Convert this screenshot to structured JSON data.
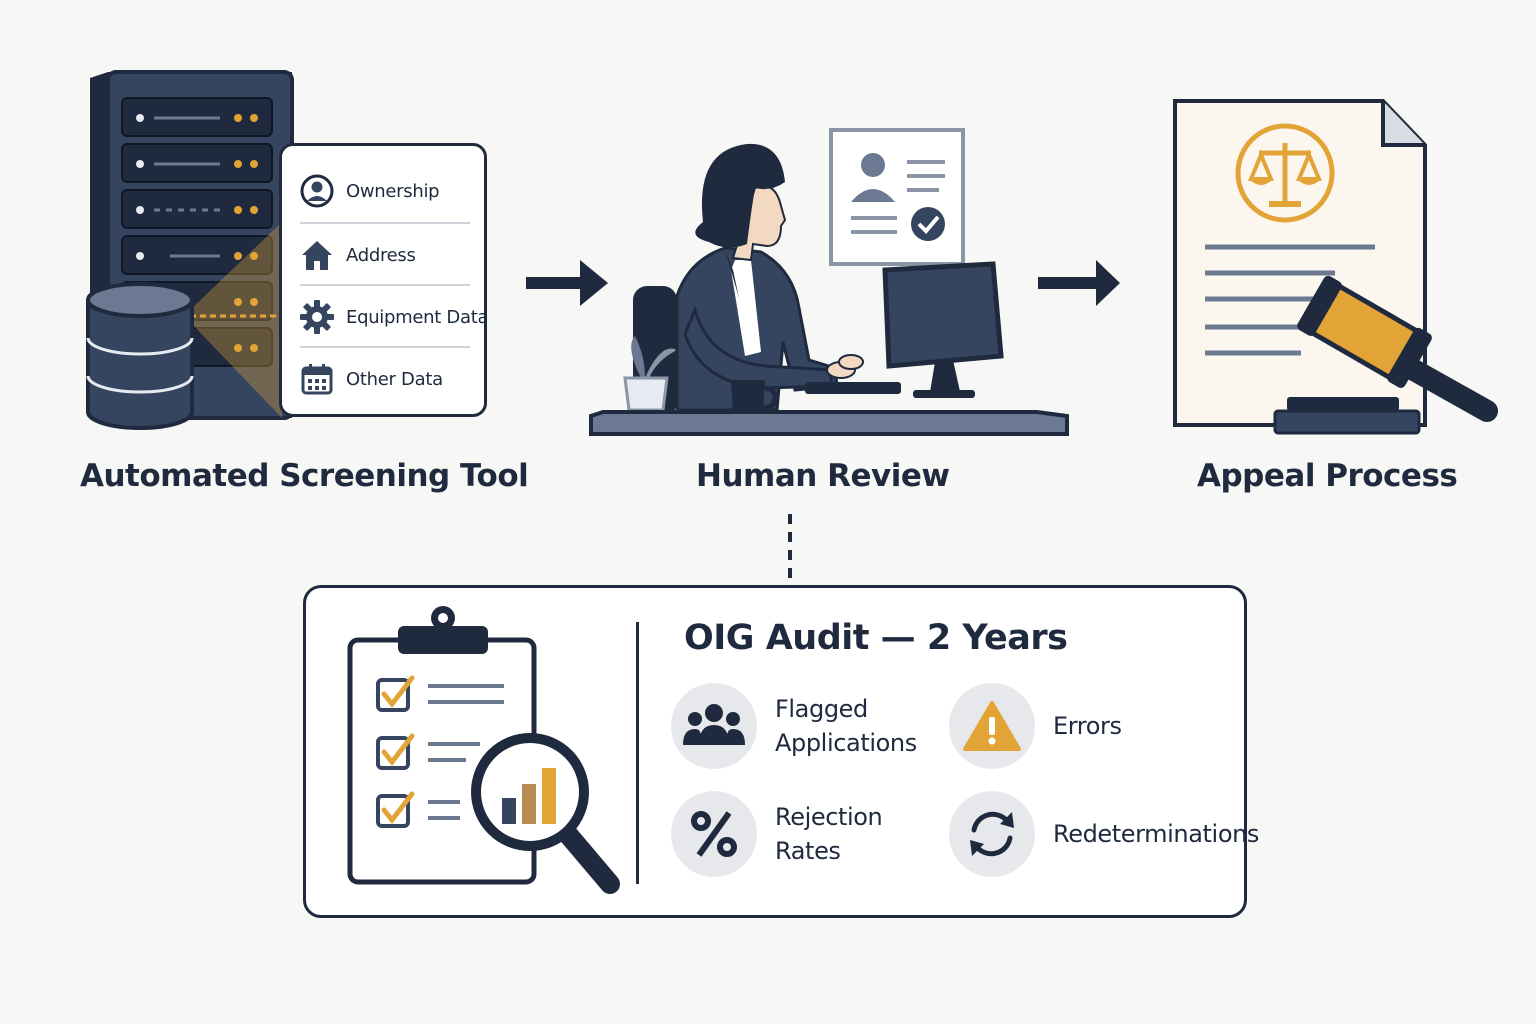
{
  "stages": {
    "screening": {
      "label": "Automated Screening Tool"
    },
    "review": {
      "label": "Human Review"
    },
    "appeal": {
      "label": "Appeal Process"
    }
  },
  "data_panel": {
    "items": [
      {
        "label": "Ownership",
        "icon": "user-circle-icon"
      },
      {
        "label": "Address",
        "icon": "house-icon"
      },
      {
        "label": "Equipment Data",
        "icon": "gear-icon"
      },
      {
        "label": "Other Data",
        "icon": "calendar-icon"
      }
    ]
  },
  "audit": {
    "title": "OIG Audit  —  2 Years",
    "metrics": [
      {
        "line1": "Flagged",
        "line2": "Applications",
        "icon": "people-group-icon"
      },
      {
        "line1": "Errors",
        "line2": "",
        "icon": "warning-icon"
      },
      {
        "line1": "Rejection",
        "line2": "Rates",
        "icon": "percent-icon"
      },
      {
        "line1": "Redeterminations",
        "line2": "",
        "icon": "refresh-icon"
      }
    ]
  },
  "colors": {
    "navy": "#1f2a3f",
    "slate": "#354560",
    "accent": "#e3a437",
    "background": "#f7f7f5",
    "light_gray": "#e6e8eb"
  }
}
